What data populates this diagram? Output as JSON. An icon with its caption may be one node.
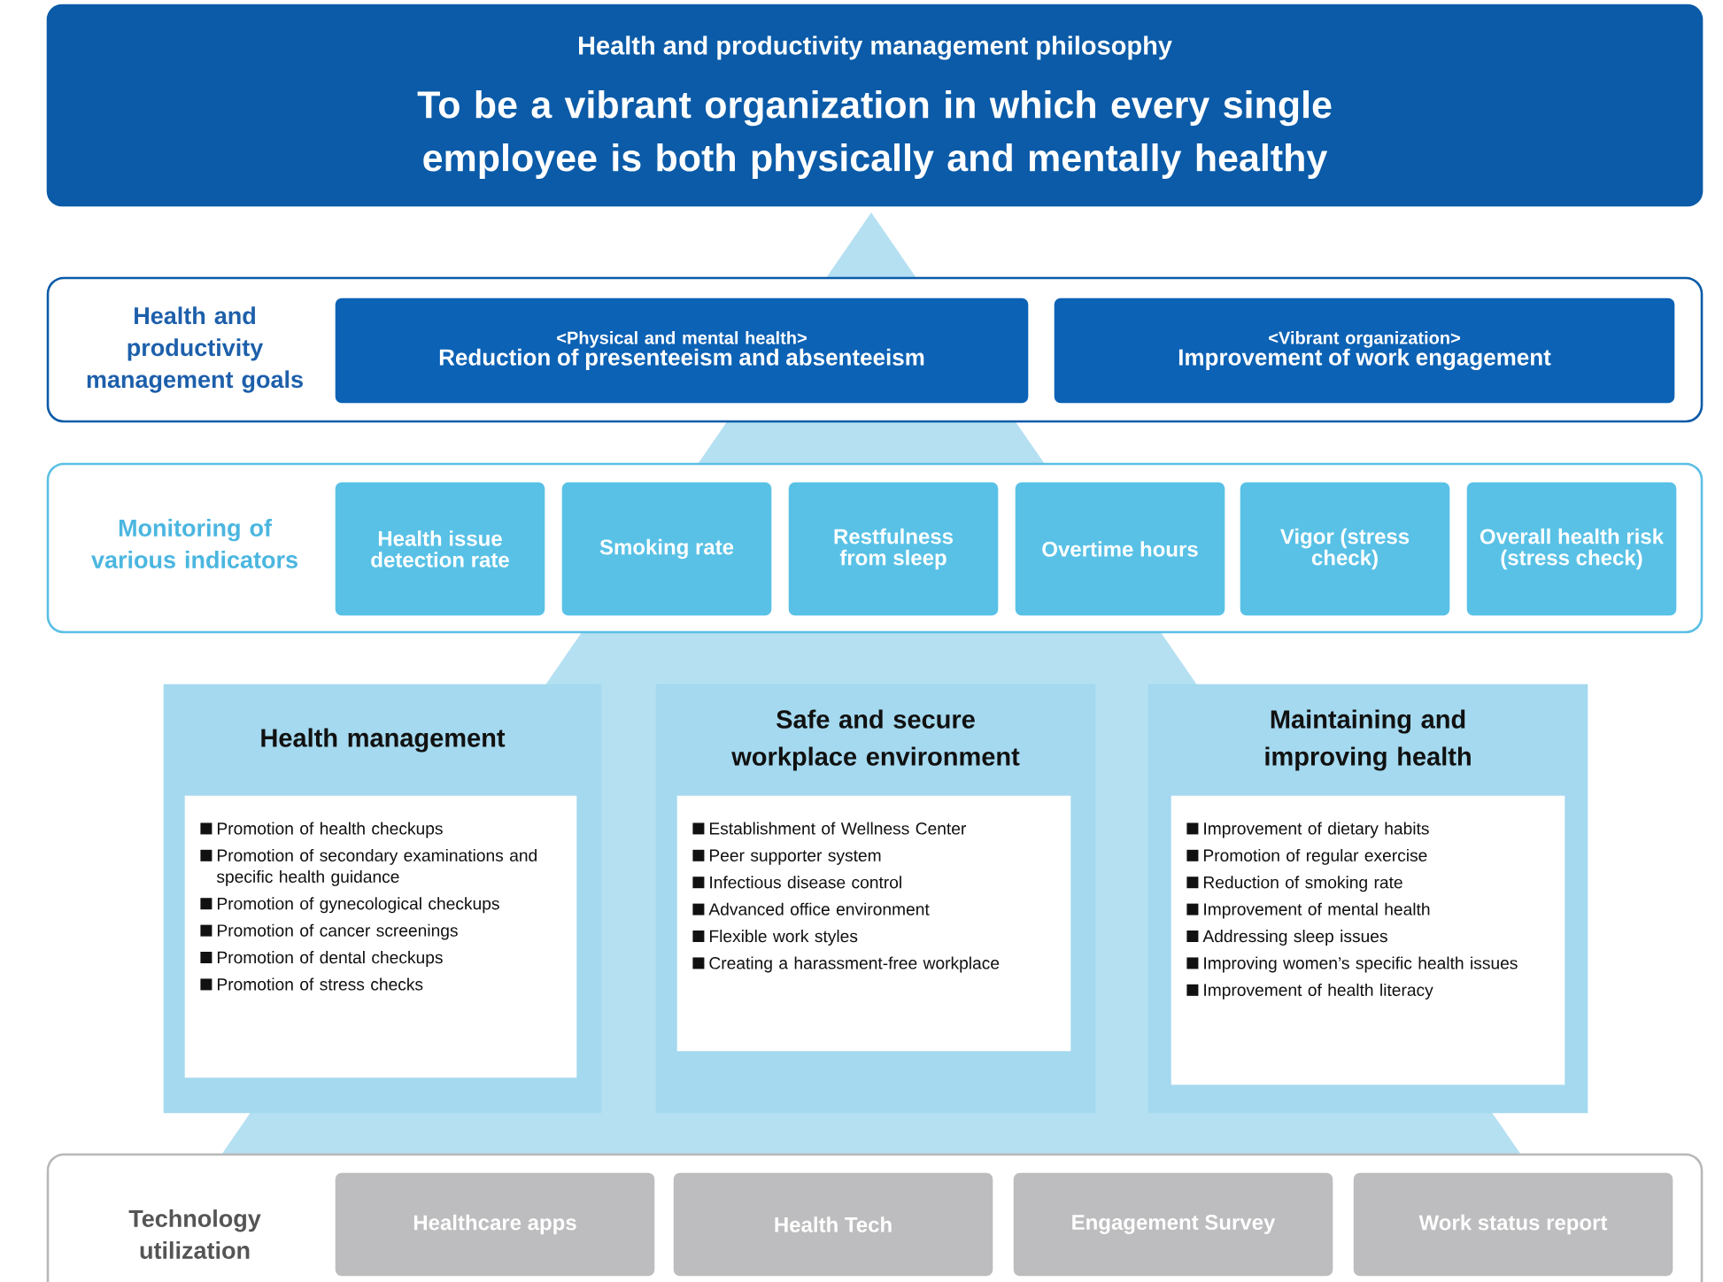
{
  "diagram": {
    "nodes": [
      {
        "text": [
          "Health and productivity management philosophy",
          "To be a vibrant organization in which every single employee is both physically and mentally healthy"
        ]
      },
      {
        "text": [
          "Health and productivity management goals"
        ]
      },
      {
        "text": [
          "<Physical and mental health>",
          "Reduction of presenteeism and absenteeism"
        ],
        "in": 1
      },
      {
        "text": [
          "<Vibrant organization>",
          "Improvement of work engagement"
        ],
        "in": 1
      },
      {
        "text": [
          "Monitoring of various indicators"
        ]
      },
      {
        "text": [
          "Health issue detection rate"
        ],
        "in": 4
      },
      {
        "text": [
          "Smoking rate"
        ],
        "in": 4
      },
      {
        "text": [
          "Restfulness from sleep"
        ],
        "in": 4
      },
      {
        "text": [
          "Overtime hours"
        ],
        "in": 4
      },
      {
        "text": [
          "Vigor (stress check)"
        ],
        "in": 4
      },
      {
        "text": [
          "Overall health risk (stress check)"
        ],
        "in": 4
      },
      {
        "text": [
          "Health management"
        ]
      },
      {
        "text": [
          "Promotion of health checkups",
          "Promotion of secondary examinations and specific health guidance",
          "Promotion of gynecological checkups",
          "Promotion of cancer screenings",
          "Promotion of dental checkups",
          "Promotion of stress checks"
        ],
        "in": 11
      },
      {
        "text": [
          "Safe and secure workplace environment"
        ]
      },
      {
        "text": [
          "Establishment of Wellness Center",
          "Peer supporter system",
          "Infectious disease control",
          "Advanced office environment",
          "Flexible work styles",
          "Creating a harassment-free workplace"
        ],
        "in": 13
      },
      {
        "text": [
          "Maintaining and improving health"
        ]
      },
      {
        "text": [
          "Improvement of dietary habits",
          "Promotion of regular exercise",
          "Reduction of smoking rate",
          "Improvement of mental health",
          "Addressing sleep issues",
          "Improving women’s specific health issues",
          "Improvement of health literacy"
        ],
        "in": 15
      },
      {
        "text": [
          "Technology utilization"
        ]
      },
      {
        "text": [
          "Healthcare apps"
        ],
        "in": 17
      },
      {
        "text": [
          "Health Tech"
        ],
        "in": 17
      },
      {
        "text": [
          "Engagement Survey"
        ],
        "in": 17
      },
      {
        "text": [
          "Work status report"
        ],
        "in": 17
      }
    ]
  }
}
